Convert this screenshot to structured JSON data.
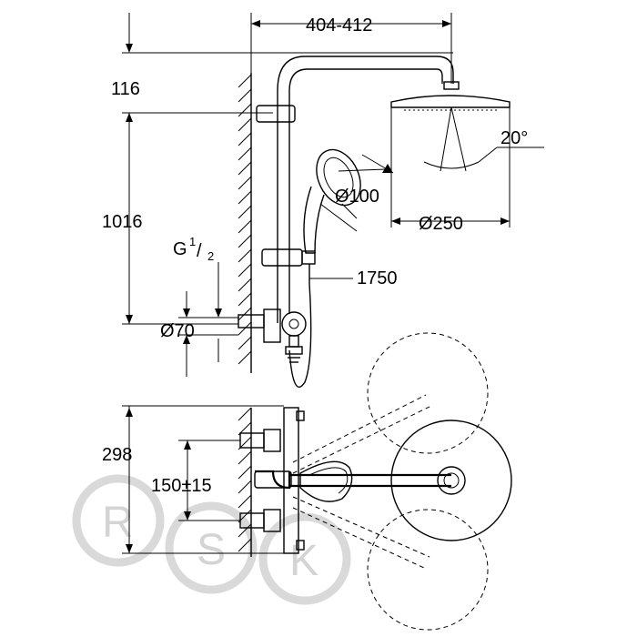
{
  "dimensions": {
    "width_range": "404-412",
    "top_height": "116",
    "height": "1016",
    "thread": "G",
    "thread_num": "1",
    "thread_den": "2",
    "connector_diameter": "Ø70",
    "hand_shower_diameter": "Ø100",
    "head_diameter": "Ø250",
    "angle": "20°",
    "hose_length": "1750",
    "depth": "298",
    "inlet_spacing": "150±15"
  },
  "watermark": {
    "letters": [
      "R",
      "S",
      "K"
    ],
    "color": "#d4d4d4"
  }
}
